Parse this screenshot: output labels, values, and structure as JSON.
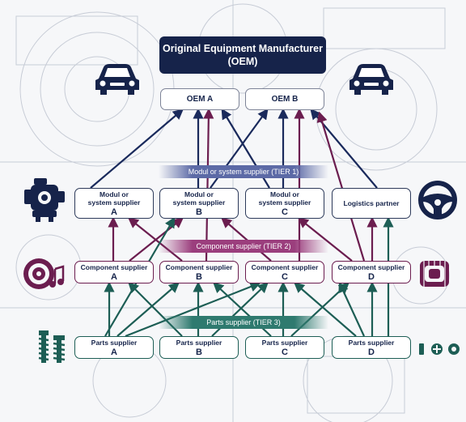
{
  "oem_header": {
    "line1": "Original Equipment Manufacturer",
    "line2": "(OEM)"
  },
  "oems": [
    {
      "label": "OEM A"
    },
    {
      "label": "OEM B"
    }
  ],
  "tiers": {
    "tier1": "Modul or system supplier (TIER 1)",
    "tier2": "Component supplier (TIER 2)",
    "tier3": "Parts supplier (TIER 3)"
  },
  "tier1_nodes": [
    {
      "line1": "Modul or",
      "line2": "system supplier",
      "letter": "A"
    },
    {
      "line1": "Modul or",
      "line2": "system supplier",
      "letter": "B"
    },
    {
      "line1": "Modul or",
      "line2": "system supplier",
      "letter": "C"
    },
    {
      "line1": "Logistics partner",
      "line2": "",
      "letter": ""
    }
  ],
  "tier2_nodes": [
    {
      "line1": "Component supplier",
      "letter": "A"
    },
    {
      "line1": "Component supplier",
      "letter": "B"
    },
    {
      "line1": "Component supplier",
      "letter": "C"
    },
    {
      "line1": "Component supplier",
      "letter": "D"
    }
  ],
  "tier3_nodes": [
    {
      "line1": "Parts supplier",
      "letter": "A"
    },
    {
      "line1": "Parts supplier",
      "letter": "B"
    },
    {
      "line1": "Parts supplier",
      "letter": "C"
    },
    {
      "line1": "Parts supplier",
      "letter": "D"
    }
  ],
  "icons": [
    "car-icon",
    "car-icon",
    "engine-icon",
    "steering-wheel-icon",
    "speaker-icon",
    "bearing-icon",
    "screw-icon",
    "fasteners-icon"
  ],
  "colors": {
    "navy": "#16234a",
    "tier1_line": "#1a2a5c",
    "tier2_line": "#6b1d4f",
    "tier3_line": "#1d5e55"
  }
}
